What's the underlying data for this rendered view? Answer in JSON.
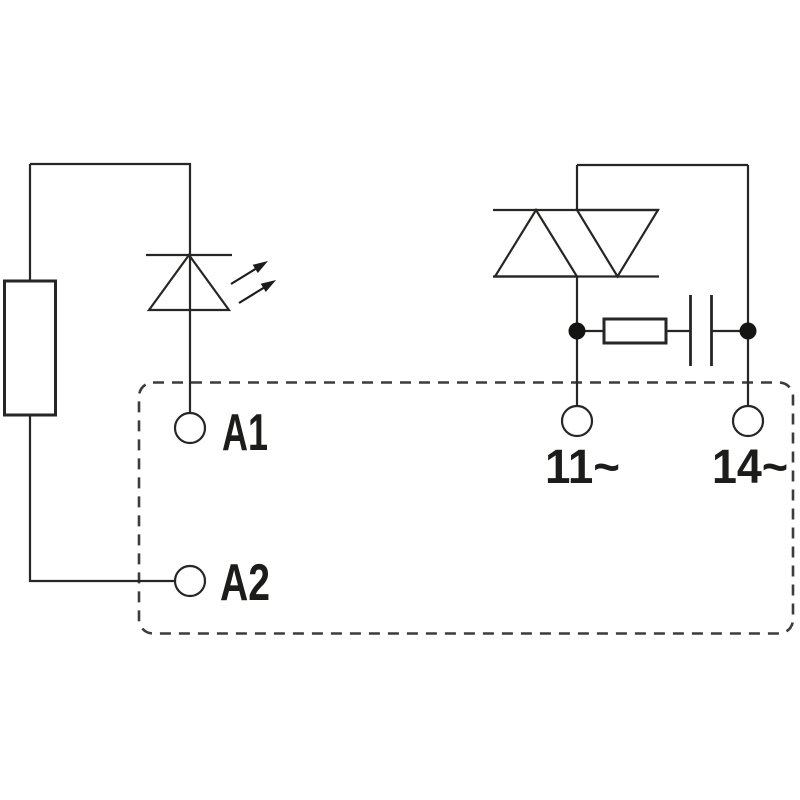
{
  "diagram": {
    "kind": "relay-module-circuit-schematic",
    "terminals": {
      "a1": {
        "label": "A1"
      },
      "a2": {
        "label": "A2"
      },
      "t11": {
        "label": "11~"
      },
      "t14": {
        "label": "14~"
      }
    },
    "components": [
      "input-series-resistor",
      "indicator-led",
      "led-light-emission-arrows",
      "terminal-a1",
      "terminal-a2",
      "triac",
      "snubber-resistor",
      "snubber-capacitor",
      "junction-dots",
      "terminal-11",
      "terminal-14",
      "module-boundary-dashed"
    ],
    "colors": {
      "line": "#262624",
      "dashed_border": "#3c3c3a",
      "junction_dot": "#141412",
      "background": "#ffffff"
    }
  }
}
